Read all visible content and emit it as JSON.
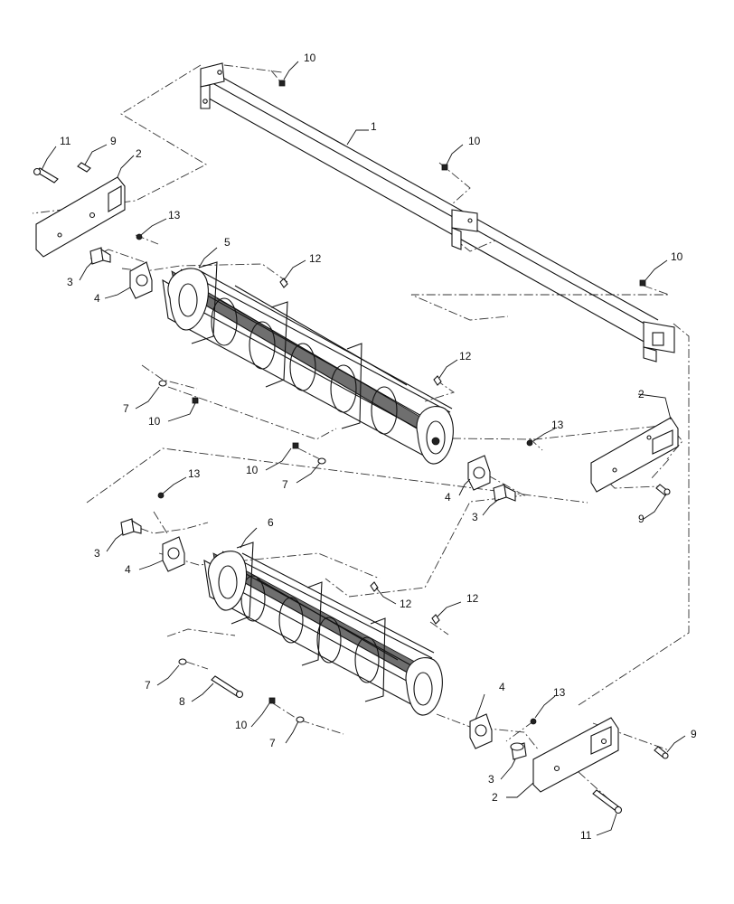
{
  "diagram": {
    "callouts": [
      {
        "id": "c1",
        "label": "1"
      },
      {
        "id": "c2a",
        "label": "2"
      },
      {
        "id": "c2b",
        "label": "2"
      },
      {
        "id": "c2c",
        "label": "2"
      },
      {
        "id": "c3a",
        "label": "3"
      },
      {
        "id": "c3b",
        "label": "3"
      },
      {
        "id": "c3c",
        "label": "3"
      },
      {
        "id": "c3d",
        "label": "3"
      },
      {
        "id": "c4a",
        "label": "4"
      },
      {
        "id": "c4b",
        "label": "4"
      },
      {
        "id": "c4c",
        "label": "4"
      },
      {
        "id": "c4d",
        "label": "4"
      },
      {
        "id": "c5",
        "label": "5"
      },
      {
        "id": "c6",
        "label": "6"
      },
      {
        "id": "c7a",
        "label": "7"
      },
      {
        "id": "c7b",
        "label": "7"
      },
      {
        "id": "c7c",
        "label": "7"
      },
      {
        "id": "c7d",
        "label": "7"
      },
      {
        "id": "c8",
        "label": "8"
      },
      {
        "id": "c9a",
        "label": "9"
      },
      {
        "id": "c9b",
        "label": "9"
      },
      {
        "id": "c9c",
        "label": "9"
      },
      {
        "id": "c10a",
        "label": "10"
      },
      {
        "id": "c10b",
        "label": "10"
      },
      {
        "id": "c10c",
        "label": "10"
      },
      {
        "id": "c10d",
        "label": "10"
      },
      {
        "id": "c10e",
        "label": "10"
      },
      {
        "id": "c10f",
        "label": "10"
      },
      {
        "id": "c11a",
        "label": "11"
      },
      {
        "id": "c11b",
        "label": "11"
      },
      {
        "id": "c12a",
        "label": "12"
      },
      {
        "id": "c12b",
        "label": "12"
      },
      {
        "id": "c12c",
        "label": "12"
      },
      {
        "id": "c12d",
        "label": "12"
      },
      {
        "id": "c13a",
        "label": "13"
      },
      {
        "id": "c13b",
        "label": "13"
      },
      {
        "id": "c13c",
        "label": "13"
      },
      {
        "id": "c13d",
        "label": "13"
      }
    ]
  }
}
